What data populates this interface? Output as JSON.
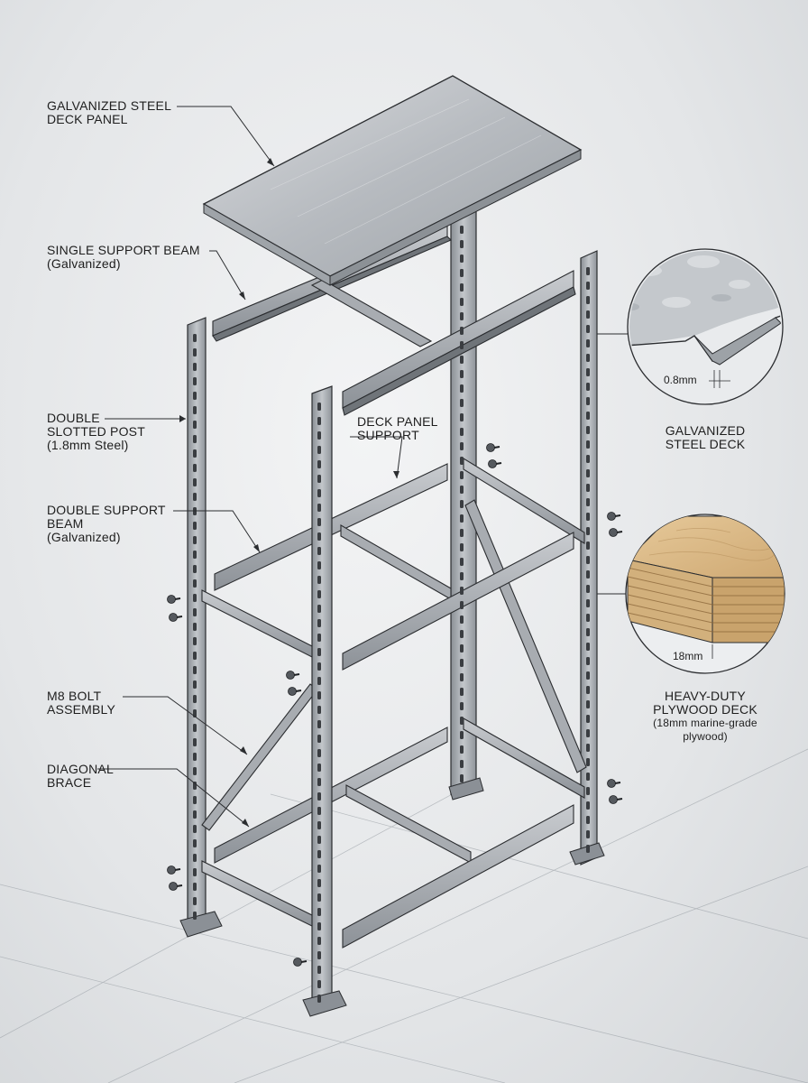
{
  "labels": {
    "deck_panel": {
      "line1": "GALVANIZED STEEL",
      "line2": "DECK PANEL"
    },
    "single_beam": {
      "line1": "SINGLE SUPPORT BEAM",
      "line2": "(Galvanized)"
    },
    "slotted_post": {
      "line1": "DOUBLE",
      "line2": "SLOTTED POST",
      "line3": "(1.8mm Steel)"
    },
    "deck_support": {
      "line1": "DECK PANEL",
      "line2": "SUPPORT"
    },
    "double_beam": {
      "line1": "DOUBLE SUPPORT",
      "line2": "BEAM",
      "line3": "(Galvanized)"
    },
    "bolt": {
      "line1": "M8 BOLT",
      "line2": "ASSEMBLY"
    },
    "brace": {
      "line1": "DIAGONAL",
      "line2": "BRACE"
    }
  },
  "details": {
    "steel": {
      "title1": "GALVANIZED",
      "title2": "STEEL DECK",
      "thickness": "0.8mm"
    },
    "plywood": {
      "title1": "HEAVY-DUTY",
      "title2": "PLYWOOD DECK",
      "note1": "(18mm marine-grade",
      "note2": "plywood)",
      "thickness": "18mm"
    }
  },
  "colors": {
    "steel_light": "#c9ccd0",
    "steel_mid": "#a3a7ac",
    "steel_dark": "#7c8187",
    "outline": "#2b2d30",
    "wood": "#d8b98a",
    "wood_dark": "#b8925e"
  }
}
